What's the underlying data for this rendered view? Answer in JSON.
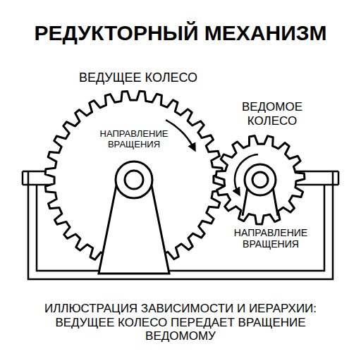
{
  "diagram": {
    "title": "РЕДУКТОРНЫЙ МЕХАНИЗМ",
    "caption": "ИЛЛЮСТРАЦИЯ ЗАВИСИМОСТИ И ИЕРАРХИИ: ВЕДУЩЕЕ КОЛЕСО ПЕРЕДАЕТ ВРАЩЕНИЕ ВЕДОМОМУ",
    "labels": [
      "ВЕДУЩЕЕ КОЛЕСО",
      "НАПРАВЛЕНИЕ ВРАЩЕНИЯ",
      "ВЕДОМОЕ КОЛЕСО",
      "НАПРАВЛЕНИЕ ВРАЩЕНИЯ"
    ]
  }
}
